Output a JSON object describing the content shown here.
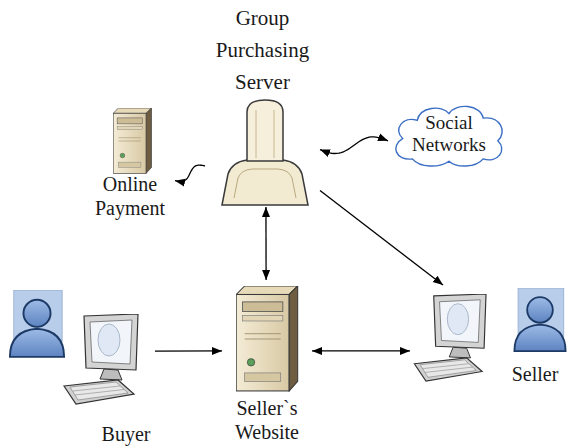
{
  "diagram": {
    "nodes": [
      {
        "text": [
          "Group Purchasing Server"
        ]
      },
      {
        "text": [
          "Online Payment"
        ]
      },
      {
        "text": [
          "Social Networks"
        ]
      },
      {
        "text": [
          "Buyer"
        ]
      },
      {
        "text": [
          "Seller`s Website"
        ]
      },
      {
        "text": [
          "Seller"
        ]
      }
    ],
    "edges": [
      {
        "from": 0,
        "to": 1,
        "arrow": "to"
      },
      {
        "from": 0,
        "to": 2,
        "arrow": "both"
      },
      {
        "from": 0,
        "to": 5,
        "arrow": "to"
      },
      {
        "from": 0,
        "to": 4,
        "arrow": "both"
      },
      {
        "from": 3,
        "to": 4,
        "arrow": "to"
      },
      {
        "from": 4,
        "to": 5,
        "arrow": "both"
      }
    ]
  }
}
